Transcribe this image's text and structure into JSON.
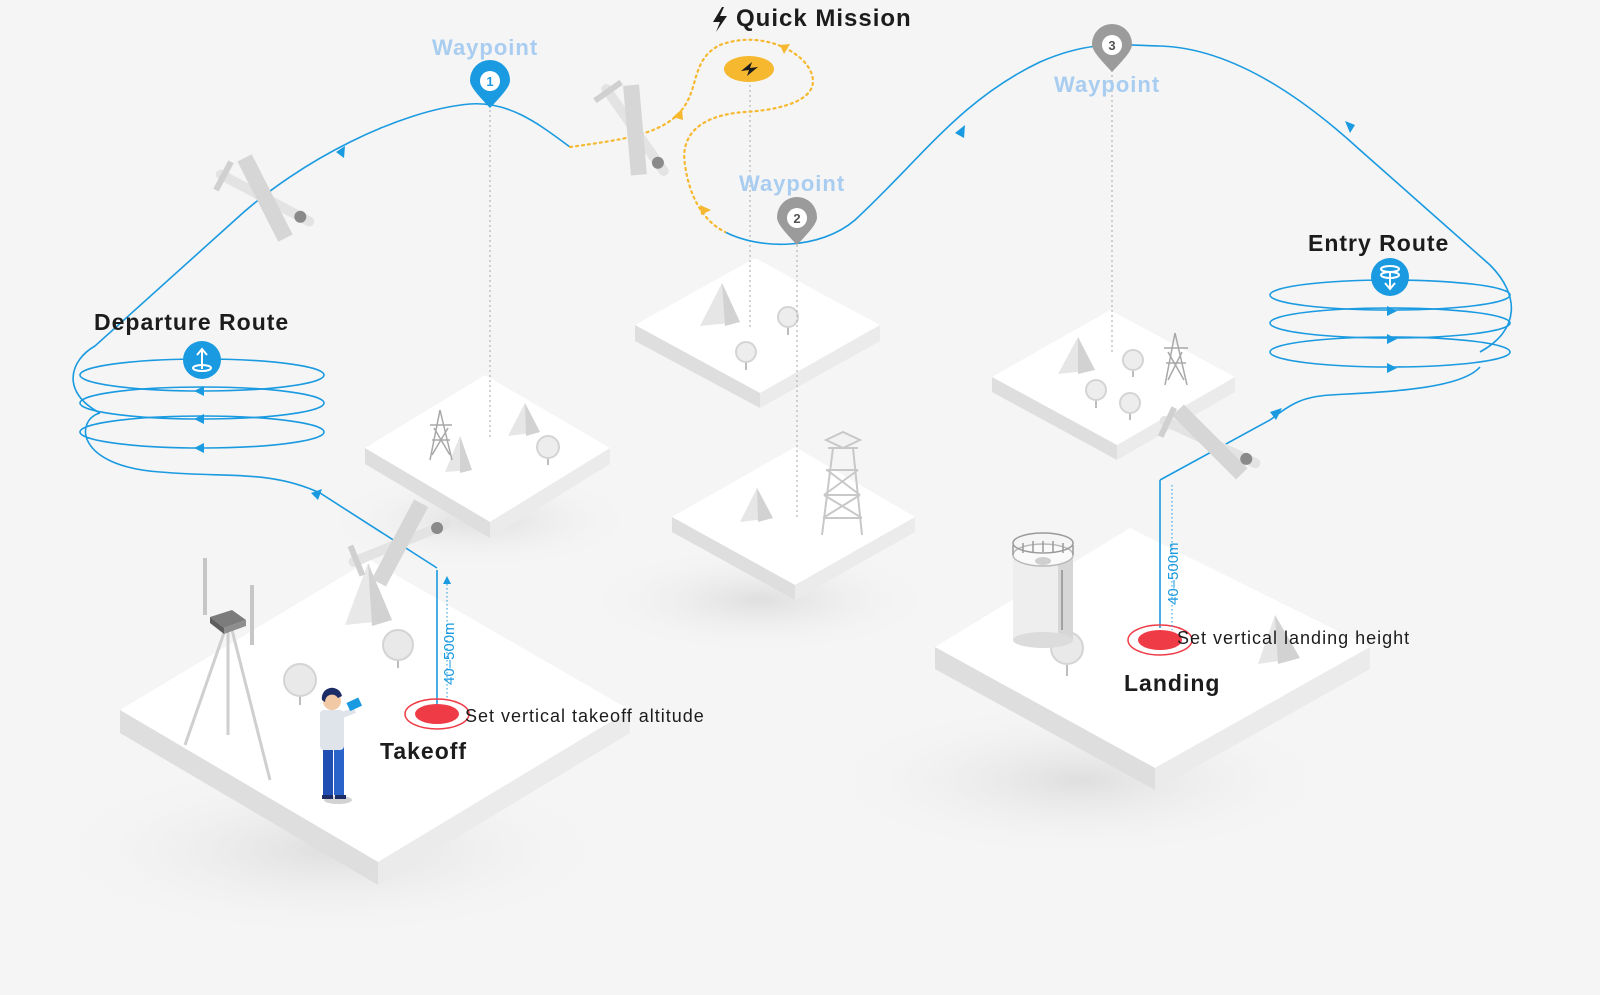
{
  "title": "Quick Mission",
  "labels": {
    "departure_route": "Departure Route",
    "entry_route": "Entry Route",
    "takeoff": "Takeoff",
    "landing": "Landing",
    "takeoff_note": "Set vertical takeoff altitude",
    "landing_note": "Set vertical landing height",
    "takeoff_altitude": "40–500m",
    "landing_altitude": "40–500m"
  },
  "waypoints": [
    {
      "label": "Waypoint",
      "number": "1"
    },
    {
      "label": "Waypoint",
      "number": "2"
    },
    {
      "label": "Waypoint",
      "number": "3"
    }
  ],
  "colors": {
    "route": "#1a9ae0",
    "quick_mission": "#f5b82e",
    "pin_active": "#1a9ae0",
    "pin_inactive": "#9b9b9b",
    "waypoint_label": "#a9cdf0",
    "target": "#ef3b46",
    "platform_top": "#ffffff",
    "platform_side": "#e2e2e2",
    "background": "#f5f5f5"
  },
  "icons": {
    "quick_mission": "lightning-bolt-icon",
    "departure": "ascend-arrow-icon",
    "entry": "descend-arrow-icon"
  }
}
